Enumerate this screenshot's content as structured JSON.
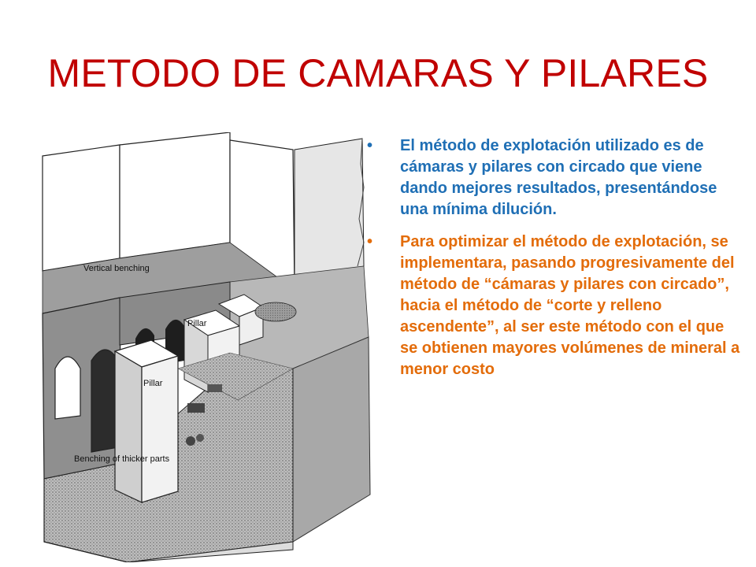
{
  "slide": {
    "title": "METODO DE CAMARAS Y PILARES",
    "title_color": "#C00000"
  },
  "illustration": {
    "labels": {
      "vertical_benching": "Vertical benching",
      "pillar_top": "Pillar",
      "pillar_front": "Pillar",
      "benching_thicker": "Benching of thicker parts"
    }
  },
  "bullets": [
    {
      "text": "El método  de explotación utilizado es de cámaras  y pilares con circado que viene dando  mejores resultados, presentándose una mínima dilución.",
      "color": "#1F6FB5"
    },
    {
      "text": "Para  optimizar el método de explotación, se implementara, pasando progresivamente del método de “cámaras y pilares con circado”, hacia el método de “corte y relleno ascendente”, al ser este método con el que se obtienen mayores volúmenes de mineral a menor costo",
      "color": "#E36C0A"
    }
  ]
}
